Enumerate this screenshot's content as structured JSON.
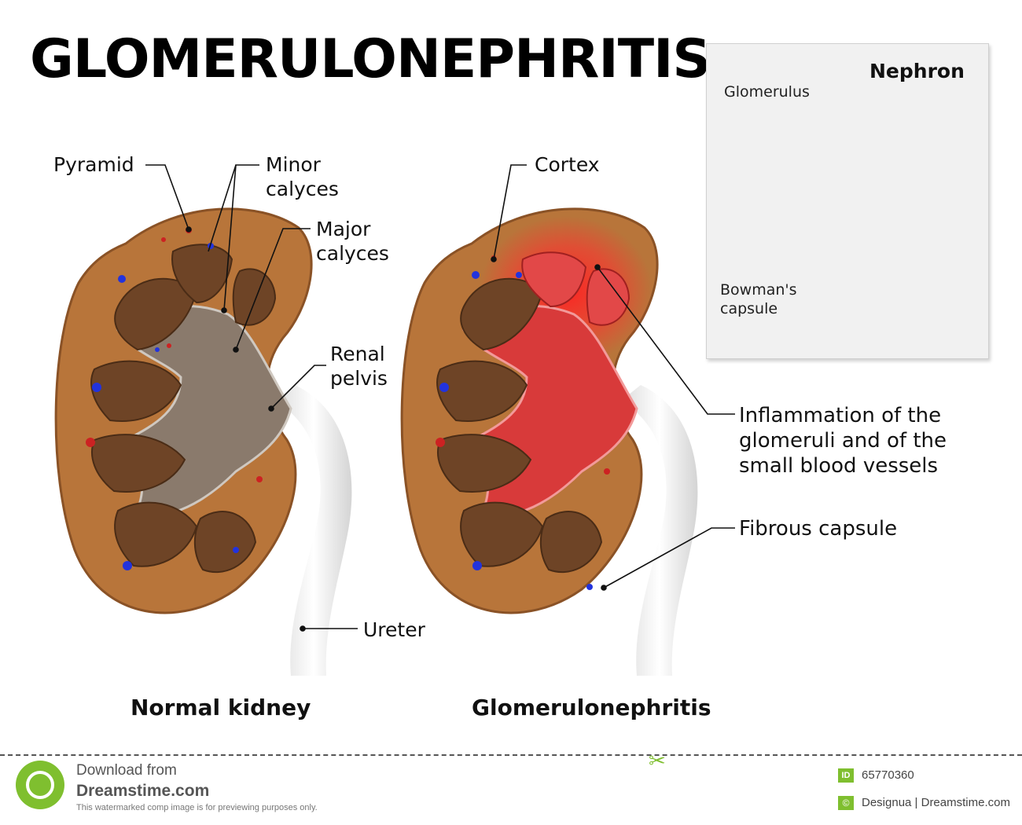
{
  "title": "GLOMERULONEPHRITIS",
  "labels": {
    "pyramid": "Pyramid",
    "minor_calyces": "Minor calyces",
    "major_calyces": "Major calyces",
    "renal_pelvis": "Renal pelvis",
    "ureter": "Ureter",
    "cortex": "Cortex",
    "inflammation": "Inflammation of the glomeruli and of the small blood vessels",
    "fibrous_capsule": "Fibrous capsule"
  },
  "captions": {
    "normal": "Normal kidney",
    "disease": "Glomerulonephritis"
  },
  "inset": {
    "title": "Nephron",
    "glomerulus": "Glomerulus",
    "bowmans_capsule": "Bowman's capsule"
  },
  "footer": {
    "download_line": "Download from",
    "site": "Dreamstime.com",
    "notice": "This watermarked comp image is for previewing purposes only.",
    "id_badge": "ID",
    "image_id": "65770360",
    "copyright_badge": "©",
    "credit": "Designua | Dreamstime.com"
  },
  "colors": {
    "cortex": "#b8753a",
    "pyramid": "#6e4426",
    "pelvis_normal": "#8a7a6c",
    "pelvis_inflamed": "#d83a3a",
    "inflammation_glow": "#ff2a2a",
    "artery": "#e02020",
    "vein": "#2030d0",
    "tubule": "#f2b48c",
    "brand_green": "#7fbf2f"
  }
}
